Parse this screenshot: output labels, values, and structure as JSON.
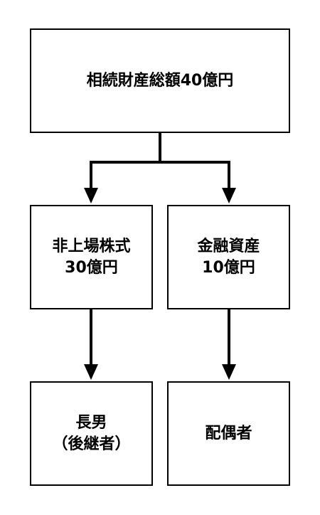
{
  "diagram": {
    "root": {
      "label": "相続財産総額40億円"
    },
    "left": {
      "line1": "非上場株式",
      "line2": "30億円"
    },
    "right": {
      "line1": "金融資産",
      "line2": "10億円"
    },
    "left_heir": {
      "line1": "長男",
      "line2": "（後継者）"
    },
    "right_heir": {
      "label": "配偶者"
    }
  },
  "colors": {
    "line": "#000000",
    "background": "#ffffff"
  }
}
